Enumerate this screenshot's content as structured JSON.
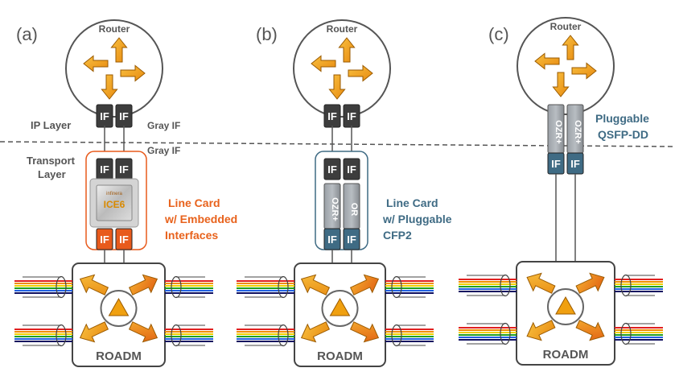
{
  "panels": [
    {
      "id": "a",
      "label": "(a)",
      "router": "Router",
      "roadm": "ROADM",
      "router_if_left": "IF",
      "router_if_right": "IF",
      "line_if_left": "IF",
      "line_if_right": "IF",
      "bottom_if_left": "IF",
      "bottom_if_right": "IF",
      "chip_brand": "infinera",
      "chip_name": "ICE6",
      "card_label": [
        "Line Card",
        "w/ Embedded",
        "Interfaces"
      ]
    },
    {
      "id": "b",
      "label": "(b)",
      "router": "Router",
      "roadm": "ROADM",
      "router_if_left": "IF",
      "router_if_right": "IF",
      "line_if_left": "IF",
      "line_if_right": "IF",
      "module_left": "OZR+",
      "module_right": "OR",
      "bottom_if_left": "IF",
      "bottom_if_right": "IF",
      "card_label": [
        "Line Card",
        "w/ Pluggable",
        "CFP2"
      ]
    },
    {
      "id": "c",
      "label": "(c)",
      "router": "Router",
      "roadm": "ROADM",
      "module_left": "OZR+",
      "module_right": "OZR+",
      "bottom_if_left": "IF",
      "bottom_if_right": "IF",
      "card_label": [
        "Pluggable",
        "QSFP-DD"
      ]
    }
  ],
  "labels": {
    "ip_layer": "IP Layer",
    "gray_if_top": "Gray IF",
    "gray_if_bottom": "Gray IF",
    "transport_layer": [
      "Transport",
      "Layer"
    ]
  },
  "colors": {
    "router_arrow": "#f0a020",
    "gray_if": "#3d3d3d",
    "orange_if": "#e85a1c",
    "blue_if": "#3f6b84",
    "module": "#8a8f94",
    "orange_text": "#e8621c",
    "blue_text": "#3f6b84",
    "fiber": [
      "#e02020",
      "#f08c00",
      "#f0d000",
      "#20a020",
      "#2060e0",
      "#101060"
    ]
  },
  "icons": [
    "router-cross-arrows-icon",
    "roadm-arrows-icon",
    "fiber-bundle-icon",
    "triangle-icon"
  ]
}
